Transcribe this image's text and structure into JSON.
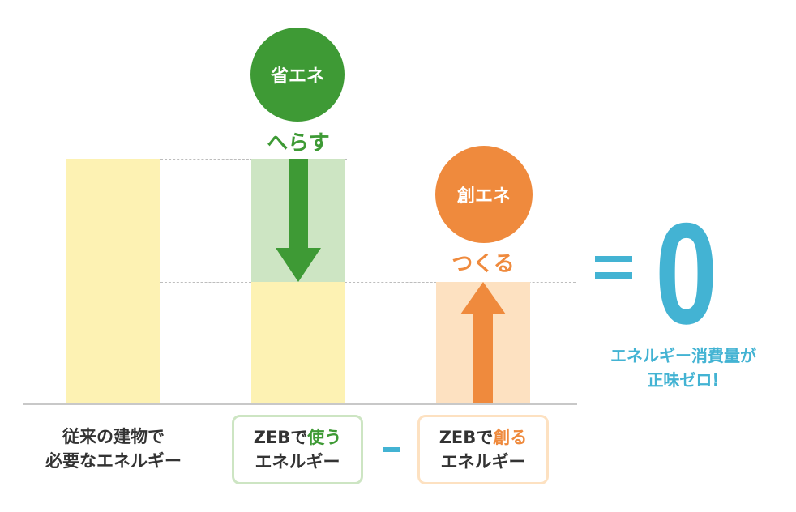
{
  "save_circle": {
    "label": "省エネ",
    "caption": "へらす",
    "color": "#3e9a35"
  },
  "create_circle": {
    "label": "創エネ",
    "caption": "つくる",
    "color": "#ef8a3d"
  },
  "labels": {
    "conventional_line1": "従来の建物で",
    "conventional_line2": "必要なエネルギー",
    "zeb_use_prefix": "ZEBで",
    "zeb_use_verb": "使う",
    "zeb_use_line2": "エネルギー",
    "zeb_create_prefix": "ZEBで",
    "zeb_create_verb": "創る",
    "zeb_create_line2": "エネルギー"
  },
  "minus_sign": "-",
  "equals_sign": "=",
  "result": {
    "value": "0",
    "line1": "エネルギー消費量が",
    "line2": "正味ゼロ!"
  },
  "colors": {
    "bar_yellow": "#fdf2b3",
    "green": "#3e9a35",
    "green_light": "#cde5c3",
    "orange": "#ef8a3d",
    "orange_light": "#fde1c1",
    "blue": "#43b3d3"
  }
}
